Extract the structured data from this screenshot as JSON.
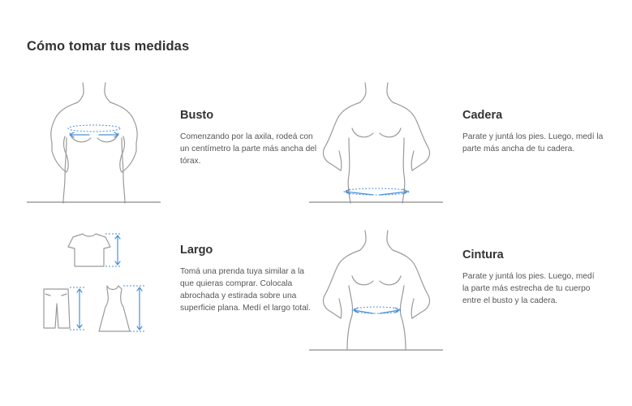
{
  "page": {
    "title": "Cómo tomar tus medidas"
  },
  "sections": {
    "busto": {
      "title": "Busto",
      "description": "Comenzando por la axila, rodeá con un centímetro la parte más ancha del tórax."
    },
    "cadera": {
      "title": "Cadera",
      "description": "Parate y juntá los pies. Luego, medí la parte más ancha de tu cadera."
    },
    "largo": {
      "title": "Largo",
      "description": "Tomá una prenda tuya similar a la que quieras comprar. Colocala abrochada y estirada sobre una superficie plana. Medí el largo total."
    },
    "cintura": {
      "title": "Cintura",
      "description": "Parate y juntá los pies. Luego, medí la parte más estrecha de tu cuerpo entre el busto y la cadera."
    }
  },
  "colors": {
    "accent": "#4a90d9",
    "outline": "#9a9a9a"
  },
  "icons": [
    "bust-figure-icon",
    "hip-figure-icon",
    "garments-length-icon",
    "waist-figure-icon"
  ]
}
